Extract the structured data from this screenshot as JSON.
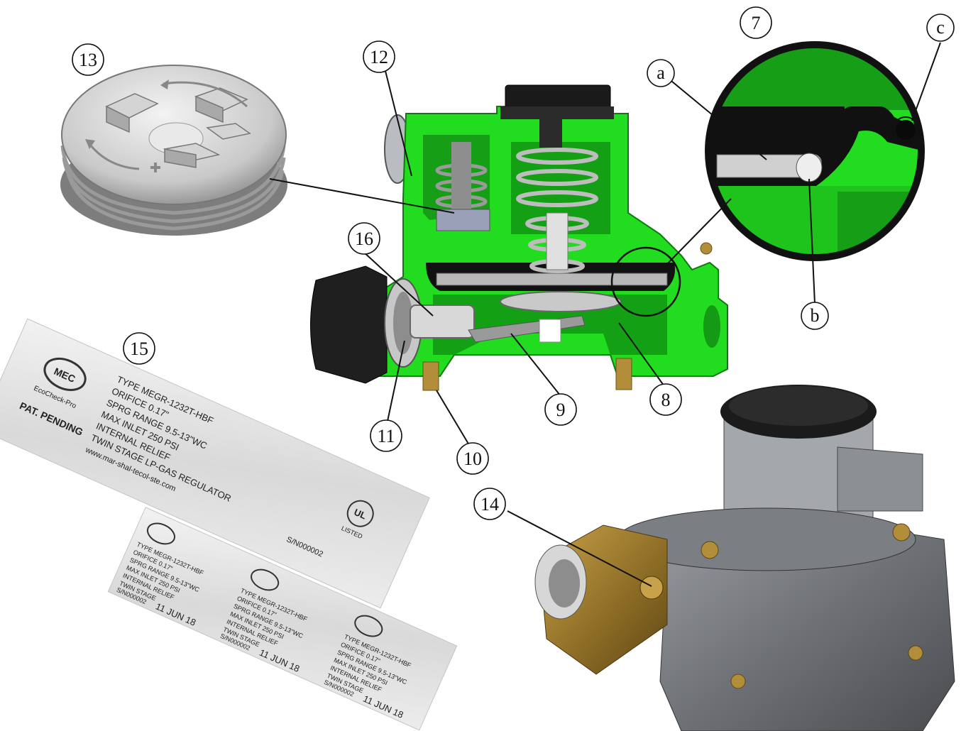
{
  "callouts": {
    "c7": "7",
    "c8": "8",
    "c9": "9",
    "c10": "10",
    "c11": "11",
    "c12": "12",
    "c13": "13",
    "c14": "14",
    "c15": "15",
    "c16": "16",
    "ca": "a",
    "cb": "b",
    "cc": "c"
  },
  "nameplate": {
    "brand": "MEC",
    "sub_brand": "EcoCheck-Pro",
    "pat": "PAT. PENDING",
    "type": "TYPE   MEGR-1232T-HBF",
    "orifice": "ORIFICE   0.17\"",
    "spring": "SPRG RANGE   9.5-13\"WC",
    "max_inlet": "MAX INLET   250 PSI",
    "relief": "INTERNAL RELIEF",
    "twin": "TWIN STAGE LP-GAS REGULATOR",
    "web": "www.mar-shal-tecol-ste.com",
    "serial": "S/N000002",
    "listed": "LISTED",
    "ul": "UL",
    "small_type": "TYPE  MEGR-1232T-HBF",
    "small_orifice": "ORIFICE  0.17\"",
    "small_sprg": "SPRG RANGE 9.5-13\"WC",
    "small_inlet": "MAX INLET  250 PSI",
    "small_relief": "INTERNAL RELIEF",
    "small_twin": "TWIN STAGE",
    "small_serial": "S/N000002",
    "date": "11 JUN 18"
  },
  "colors": {
    "body_green": "#22dd1f",
    "dark_green": "#129a12",
    "brass": "#9a7a2a",
    "metal": "#8c8f93",
    "black": "#1c1c1c"
  }
}
